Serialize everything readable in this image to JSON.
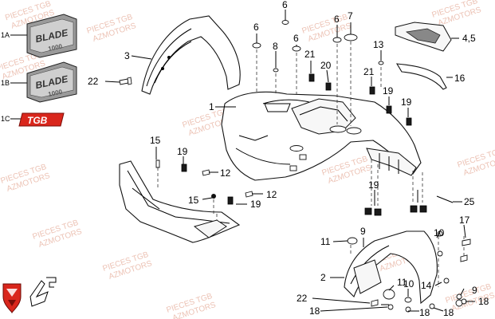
{
  "watermark": {
    "line1": "PIECES TGB",
    "line2": "AZMOTORS"
  },
  "badges": {
    "b1a": "1A",
    "b1b": "1B",
    "b1c": "1C"
  },
  "decal_text": {
    "blade_top": "BLADE",
    "blade_top_sub": "1000",
    "blade_mid": "BLADE",
    "blade_mid_sub": "1000",
    "tgb": "TGB"
  },
  "callouts": [
    {
      "id": "c-3",
      "text": "3"
    },
    {
      "id": "c-22a",
      "text": "22"
    },
    {
      "id": "c-1",
      "text": "1"
    },
    {
      "id": "c-6a",
      "text": "6"
    },
    {
      "id": "c-6b",
      "text": "6"
    },
    {
      "id": "c-6c",
      "text": "6"
    },
    {
      "id": "c-6d",
      "text": "6"
    },
    {
      "id": "c-8",
      "text": "8"
    },
    {
      "id": "c-7",
      "text": "7"
    },
    {
      "id": "c-21a",
      "text": "21"
    },
    {
      "id": "c-20",
      "text": "20"
    },
    {
      "id": "c-13",
      "text": "13"
    },
    {
      "id": "c-21b",
      "text": "21"
    },
    {
      "id": "c-45",
      "text": "4,5"
    },
    {
      "id": "c-16",
      "text": "16"
    },
    {
      "id": "c-19a",
      "text": "19"
    },
    {
      "id": "c-19b",
      "text": "19"
    },
    {
      "id": "c-19c",
      "text": "19"
    },
    {
      "id": "c-19d",
      "text": "19"
    },
    {
      "id": "c-19e",
      "text": "19"
    },
    {
      "id": "c-15a",
      "text": "15"
    },
    {
      "id": "c-15b",
      "text": "15"
    },
    {
      "id": "c-12a",
      "text": "12"
    },
    {
      "id": "c-12b",
      "text": "12"
    },
    {
      "id": "c-25",
      "text": "25"
    },
    {
      "id": "c-17",
      "text": "17"
    },
    {
      "id": "c-11a",
      "text": "11"
    },
    {
      "id": "c-11b",
      "text": "11"
    },
    {
      "id": "c-9a",
      "text": "9"
    },
    {
      "id": "c-9b",
      "text": "9"
    },
    {
      "id": "c-10a",
      "text": "10"
    },
    {
      "id": "c-10b",
      "text": "10"
    },
    {
      "id": "c-2",
      "text": "2"
    },
    {
      "id": "c-22b",
      "text": "22"
    },
    {
      "id": "c-14",
      "text": "14"
    },
    {
      "id": "c-18a",
      "text": "18"
    },
    {
      "id": "c-18b",
      "text": "18"
    },
    {
      "id": "c-18c",
      "text": "18"
    },
    {
      "id": "c-18d",
      "text": "18"
    }
  ],
  "icons": {
    "logo": "tgb-shield-logo-icon",
    "ref_mark": "page-reference-mark-icon"
  },
  "colors": {
    "watermark": "#e9b8a8",
    "tgb_logo_red": "#d9261c",
    "ink": "#000000"
  }
}
